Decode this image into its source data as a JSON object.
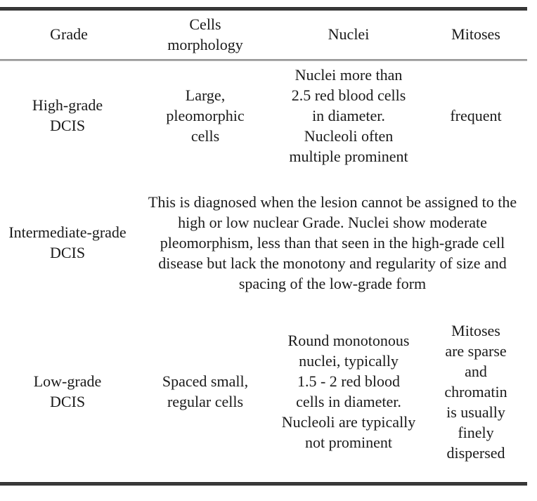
{
  "table": {
    "columns": [
      {
        "key": "grade",
        "label": "Grade"
      },
      {
        "key": "cells",
        "label": "Cells\nmorphology"
      },
      {
        "key": "nuclei",
        "label": "Nuclei"
      },
      {
        "key": "mitoses",
        "label": "Mitoses"
      }
    ],
    "headers": {
      "grade": "Grade",
      "cells_line1": "Cells",
      "cells_line2": "morphology",
      "nuclei": "Nuclei",
      "mitoses": "Mitoses"
    },
    "rows": [
      {
        "id": "high-grade",
        "grade": "High-grade\nDCIS",
        "grade_line1": "High-grade",
        "grade_line2": "DCIS",
        "cells": "Large,\npleomorphic\ncells",
        "nuclei": "Nuclei more than\n2.5 red blood cells\nin diameter.\nNucleoli often\nmultiple prominent",
        "mitoses": "frequent",
        "spans_note": false
      },
      {
        "id": "intermediate-grade",
        "grade": "Intermediate-grade\nDCIS",
        "grade_line1": "Intermediate-grade",
        "grade_line2": "DCIS",
        "note": "This is diagnosed when the lesion cannot be assigned to the high or low nuclear Grade. Nuclei show moderate pleomorphism, less than that seen in the high-grade cell disease but lack the monotony and regularity of size and spacing of the low-grade form",
        "spans_note": true
      },
      {
        "id": "low-grade",
        "grade": "Low-grade\nDCIS",
        "grade_line1": "Low-grade",
        "grade_line2": "DCIS",
        "cells": "Spaced small,\nregular cells",
        "nuclei": "Round monotonous\nnuclei, typically\n1.5 - 2 red blood\ncells in diameter.\nNucleoli are typically\nnot prominent",
        "mitoses": "Mitoses\nare sparse\nand\nchromatin\nis usually\nfinely\ndispersed",
        "spans_note": false
      }
    ],
    "style": {
      "background": "#ffffff",
      "text_color": "#1a1a1a",
      "rule_color": "#2b2b2b",
      "header_rule_color": "#9a9a9a"
    }
  }
}
